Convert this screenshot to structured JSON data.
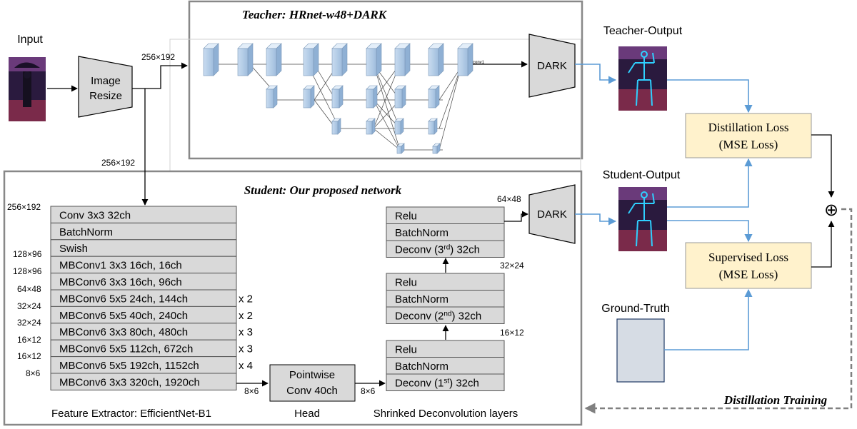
{
  "input": {
    "label": "Input"
  },
  "resize": {
    "line1": "Image",
    "line2": "Resize"
  },
  "sizes": {
    "teacher_in": "256×192",
    "student_in": "256×192",
    "s256": "256×192",
    "s128a": "128×96",
    "s128b": "128×96",
    "s64": "64×48",
    "s32a": "32×24",
    "s32b": "32×24",
    "s16a": "16×12",
    "s16b": "16×12",
    "s8": "8×6",
    "head_in": "8×6",
    "deconv_in": "8×6",
    "d16": "16×12",
    "d32": "32×24",
    "d64": "64×48"
  },
  "teacher": {
    "title": "Teacher: HRnet-w48+DARK",
    "conv1": "conv1"
  },
  "student": {
    "title": "Student: Our proposed network"
  },
  "dark": {
    "teacher": "DARK",
    "student": "DARK"
  },
  "outputs": {
    "teacher": "Teacher-Output",
    "student": "Student-Output",
    "gt": "Ground-Truth"
  },
  "losses": {
    "distill_1": "Distillation Loss",
    "distill_2": "(MSE Loss)",
    "sup_1": "Supervised Loss",
    "sup_2": "(MSE Loss)",
    "sum": "⊕"
  },
  "distill_training": "Distillation Training",
  "extractor": {
    "layers": [
      "Conv 3x3 32ch",
      "BatchNorm",
      "Swish",
      "MBConv1 3x3 16ch, 16ch",
      "MBConv6 3x3 16ch, 96ch",
      "MBConv6 5x5 24ch, 144ch",
      "MBConv6 5x5 40ch, 240ch",
      "MBConv6 3x3 80ch, 480ch",
      "MBConv6 5x5 112ch, 672ch",
      "MBConv6 5x5 192ch, 1152ch",
      "MBConv6 3x3 320ch, 1920ch"
    ],
    "repeats": [
      "x 2",
      "x 2",
      "x 3",
      "x 3",
      "x 4"
    ],
    "caption": "Feature Extractor:  EfficientNet-B1"
  },
  "head": {
    "line1": "Pointwise",
    "line2": "Conv 40ch",
    "caption": "Head"
  },
  "deconv": {
    "relu": "Relu",
    "bn": "BatchNorm",
    "deconv_prefix": "Deconv (",
    "deconv_suffix": ") 32ch",
    "ord1": "1",
    "sup1": "st",
    "ord2": "2",
    "sup2": "nd",
    "ord3": "3",
    "sup3": "rd",
    "caption": "Shrinked Deconvolution layers"
  }
}
